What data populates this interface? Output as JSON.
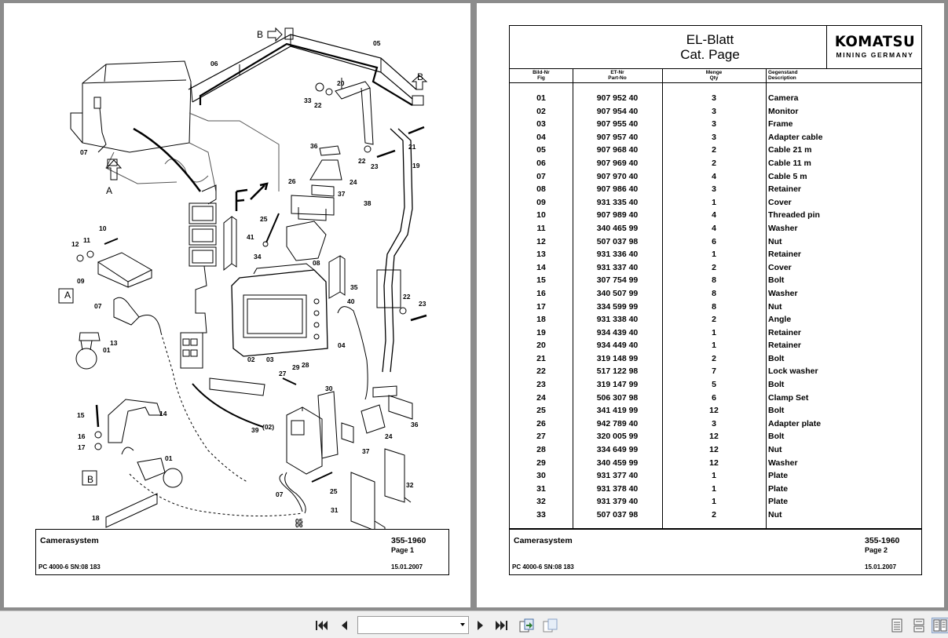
{
  "page1": {
    "title_block": {
      "name": "Camerasystem",
      "number": "355-1960",
      "page": "Page 1",
      "model": "PC 4000-6 SN:08 183",
      "date": "15.01.2007"
    },
    "callouts": [
      "B",
      "05",
      "06",
      "B",
      "20",
      "33",
      "22",
      "07",
      "A",
      "21",
      "22",
      "23",
      "19",
      "36",
      "24",
      "26",
      "37",
      "38",
      "25",
      "41",
      "10",
      "11",
      "12",
      "09",
      "34",
      "08",
      "35",
      "40",
      "A",
      "07",
      "13",
      "01",
      "22",
      "23",
      "04",
      "02",
      "03",
      "29",
      "28",
      "27",
      "30",
      "39",
      "(02)",
      "24",
      "36",
      "37",
      "15",
      "14",
      "16",
      "17",
      "01",
      "B",
      "25",
      "32",
      "07",
      "31",
      "18",
      "05",
      "06"
    ]
  },
  "page2": {
    "header": {
      "title_line1": "EL-Blatt",
      "title_line2": "Cat. Page",
      "logo_main": "KOMATSU",
      "logo_sub": "MINING GERMANY"
    },
    "columns": {
      "fig_de": "Bild-Nr",
      "fig_en": "Fig",
      "part_de": "ET-Nr",
      "part_en": "Part-No",
      "qty_de": "Menge",
      "qty_en": "Qty",
      "desc_de": "Gegenstand",
      "desc_en": "Description"
    },
    "rows": [
      {
        "fig": "01",
        "part": "907 952 40",
        "qty": "3",
        "desc": "Camera"
      },
      {
        "fig": "02",
        "part": "907 954 40",
        "qty": "3",
        "desc": "Monitor"
      },
      {
        "fig": "03",
        "part": "907 955 40",
        "qty": "3",
        "desc": "Frame"
      },
      {
        "fig": "04",
        "part": "907 957 40",
        "qty": "3",
        "desc": "Adapter cable"
      },
      {
        "fig": "05",
        "part": "907 968 40",
        "qty": "2",
        "desc": "Cable 21 m"
      },
      {
        "fig": "06",
        "part": "907 969 40",
        "qty": "2",
        "desc": "Cable 11 m"
      },
      {
        "fig": "07",
        "part": "907 970 40",
        "qty": "4",
        "desc": "Cable 5 m"
      },
      {
        "fig": "08",
        "part": "907 986 40",
        "qty": "3",
        "desc": "Retainer"
      },
      {
        "fig": "09",
        "part": "931 335 40",
        "qty": "1",
        "desc": "Cover"
      },
      {
        "fig": "10",
        "part": "907 989 40",
        "qty": "4",
        "desc": "Threaded pin"
      },
      {
        "fig": "11",
        "part": "340 465 99",
        "qty": "4",
        "desc": "Washer"
      },
      {
        "fig": "12",
        "part": "507 037 98",
        "qty": "6",
        "desc": "Nut"
      },
      {
        "fig": "13",
        "part": "931 336 40",
        "qty": "1",
        "desc": "Retainer"
      },
      {
        "fig": "14",
        "part": "931 337 40",
        "qty": "2",
        "desc": "Cover"
      },
      {
        "fig": "15",
        "part": "307 754 99",
        "qty": "8",
        "desc": "Bolt"
      },
      {
        "fig": "16",
        "part": "340 507 99",
        "qty": "8",
        "desc": "Washer"
      },
      {
        "fig": "17",
        "part": "334 599 99",
        "qty": "8",
        "desc": "Nut"
      },
      {
        "fig": "18",
        "part": "931 338 40",
        "qty": "2",
        "desc": "Angle"
      },
      {
        "fig": "19",
        "part": "934 439 40",
        "qty": "1",
        "desc": "Retainer"
      },
      {
        "fig": "20",
        "part": "934 449 40",
        "qty": "1",
        "desc": "Retainer"
      },
      {
        "fig": "21",
        "part": "319 148 99",
        "qty": "2",
        "desc": "Bolt"
      },
      {
        "fig": "22",
        "part": "517 122 98",
        "qty": "7",
        "desc": "Lock washer"
      },
      {
        "fig": "23",
        "part": "319 147 99",
        "qty": "5",
        "desc": "Bolt"
      },
      {
        "fig": "24",
        "part": "506 307 98",
        "qty": "6",
        "desc": "Clamp Set"
      },
      {
        "fig": "25",
        "part": "341 419 99",
        "qty": "12",
        "desc": "Bolt"
      },
      {
        "fig": "26",
        "part": "942 789 40",
        "qty": "3",
        "desc": "Adapter plate"
      },
      {
        "fig": "27",
        "part": "320 005 99",
        "qty": "12",
        "desc": "Bolt"
      },
      {
        "fig": "28",
        "part": "334 649 99",
        "qty": "12",
        "desc": "Nut"
      },
      {
        "fig": "29",
        "part": "340 459 99",
        "qty": "12",
        "desc": "Washer"
      },
      {
        "fig": "30",
        "part": "931 377 40",
        "qty": "1",
        "desc": "Plate"
      },
      {
        "fig": "31",
        "part": "931 378 40",
        "qty": "1",
        "desc": "Plate"
      },
      {
        "fig": "32",
        "part": "931 379 40",
        "qty": "1",
        "desc": "Plate"
      },
      {
        "fig": "33",
        "part": "507 037 98",
        "qty": "2",
        "desc": "Nut"
      }
    ],
    "title_block": {
      "name": "Camerasystem",
      "number": "355-1960",
      "page": "Page 2",
      "model": "PC 4000-6 SN:08 183",
      "date": "15.01.2007"
    }
  },
  "toolbar": {
    "page_select_value": "",
    "icons": [
      "first-page-icon",
      "prev-page-icon",
      "next-page-icon",
      "last-page-icon",
      "rotate-back-icon",
      "rotate-forward-icon",
      "single-page-view-icon",
      "continuous-view-icon",
      "two-page-view-icon"
    ]
  }
}
